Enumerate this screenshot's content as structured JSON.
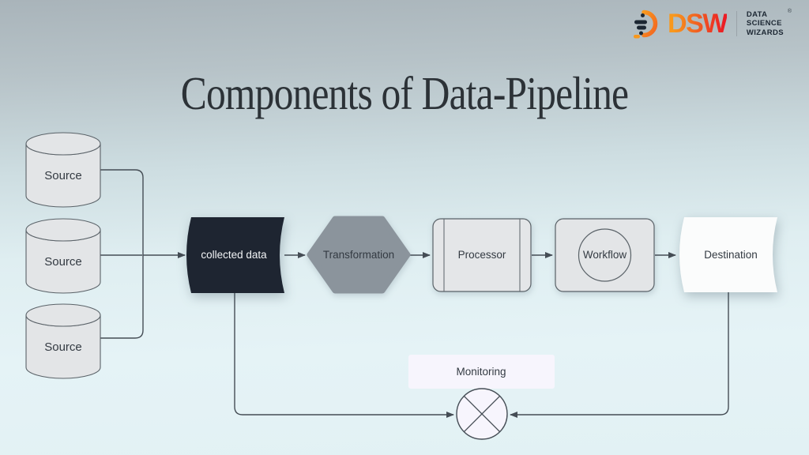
{
  "slide": {
    "title": "Components of Data-Pipeline"
  },
  "logo": {
    "brand": "DSW",
    "registered": "®",
    "tagline": [
      "DATA",
      "SCIENCE",
      "WIZARDS"
    ],
    "accent_start": "#f8981d",
    "accent_end": "#ec1c24",
    "mark_dark": "#1c2733"
  },
  "diagram": {
    "line_color": "#454d55",
    "node_stroke": "#5a6268",
    "source_fill": "#e3e5e7",
    "sources": [
      {
        "label": "Source"
      },
      {
        "label": "Source"
      },
      {
        "label": "Source"
      }
    ],
    "collected_data": {
      "label": "collected data",
      "fill": "#1e2531",
      "text_color": "#f2f4f6"
    },
    "transformation": {
      "label": "Transformation",
      "fill": "#8b949c"
    },
    "processor": {
      "label": "Processor",
      "fill": "#e4e6e8"
    },
    "workflow": {
      "label": "Workflow",
      "fill": "#e3e5e7"
    },
    "destination": {
      "label": "Destination",
      "fill": "#fbfcfc"
    },
    "monitoring": {
      "label": "Monitoring",
      "fill": "#f7f5fd"
    }
  }
}
